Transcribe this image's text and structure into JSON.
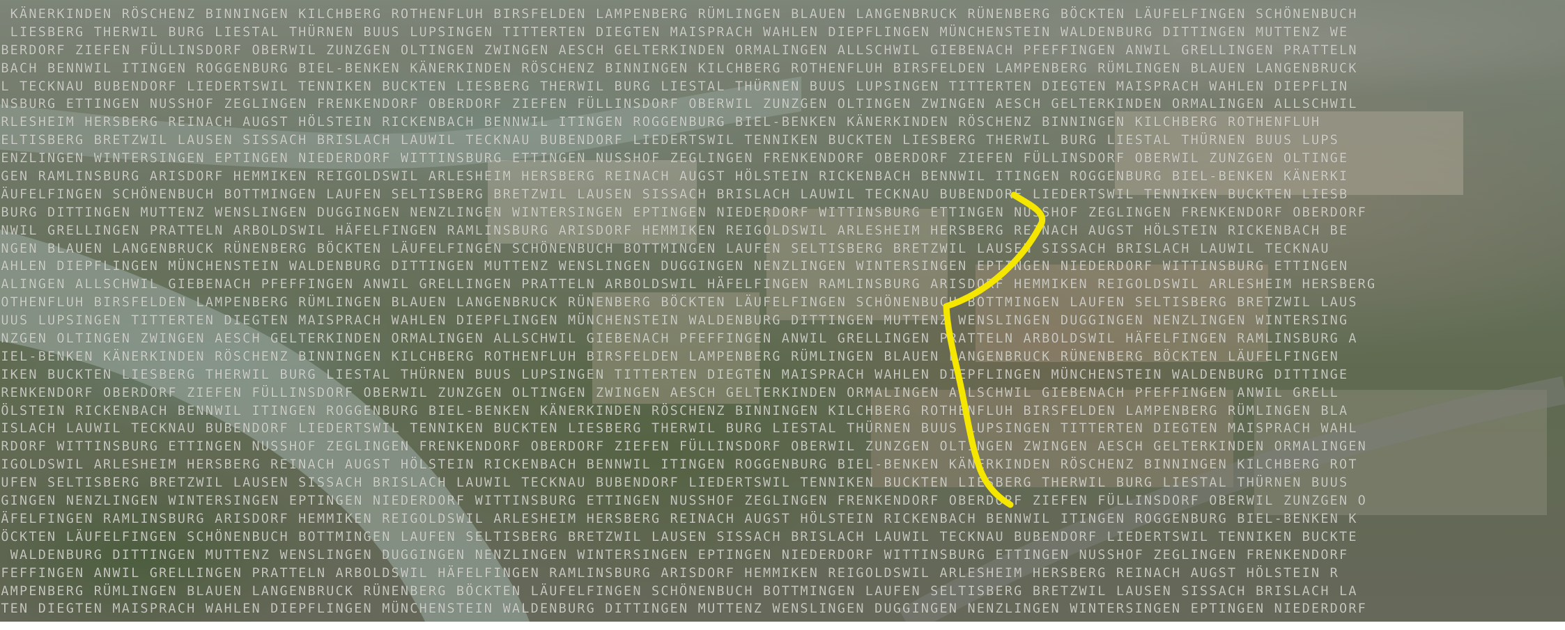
{
  "overlay_words": [
    "N KÄNERKINDEN RÖSCHENZ BINNINGEN KILCHBERG ROTHENFLUH BIRSFELDEN LAMPENBERG RÜMLINGEN BLAUEN LANGENBRUCK RÜNENBERG BÖCKTEN LÄUFELFINGEN SCHÖNENBUCH",
    "N LIESBERG THERWIL BURG LIESTAL THÜRNEN BUUS LUPSINGEN TITTERTEN DIEGTEN MAISPRACH WAHLEN DIEPFLINGEN MÜNCHENSTEIN WALDENBURG DITTINGEN MUTTENZ WE",
    " OBERDORF ZIEFEN FÜLLINSDORF OBERWIL ZUNZGEN OLTINGEN ZWINGEN AESCH GELTERKINDEN ORMALINGEN ALLSCHWIL GIEBENACH PFEFFINGEN ANWIL GRELLINGEN PRATTELN",
    "NBACH BENNWIL ITINGEN ROGGENBURG BIEL-BENKEN KÄNERKINDEN RÖSCHENZ BINNINGEN KILCHBERG ROTHENFLUH BIRSFELDEN LAMPENBERG RÜMLINGEN BLAUEN LANGENBRUCK",
    "IL TECKNAU BUBENDORF LIEDERTSWIL TENNIKEN BUCKTEN LIESBERG THERWIL BURG LIESTAL THÜRNEN BUUS LUPSINGEN TITTERTEN DIEGTEN MAISPRACH WAHLEN DIEPFLIN",
    "INSBURG ETTINGEN NUSSHOF ZEGLINGEN FRENKENDORF OBERDORF ZIEFEN FÜLLINSDORF OBERWIL ZUNZGEN OLTINGEN ZWINGEN AESCH GELTERKINDEN ORMALINGEN ALLSCHWIL",
    " ARLESHEIM HERSBERG REINACH AUGST HÖLSTEIN RICKENBACH BENNWIL ITINGEN ROGGENBURG BIEL-BENKEN KÄNERKINDEN RÖSCHENZ BINNINGEN KILCHBERG ROTHENFLUH",
    " SELTISBERG BRETZWIL LAUSEN SISSACH BRISLACH LAUWIL TECKNAU BUBENDORF LIEDERTSWIL TENNIKEN BUCKTEN LIESBERG THERWIL BURG LIESTAL THÜRNEN BUUS LUPS",
    " NENZLINGEN WINTERSINGEN EPTINGEN NIEDERDORF WITTINSBURG ETTINGEN NUSSHOF ZEGLINGEN FRENKENDORF OBERDORF ZIEFEN FÜLLINSDORF OBERWIL ZUNZGEN OLTINGE",
    "NGEN RAMLINSBURG ARISDORF HEMMIKEN REIGOLDSWIL ARLESHEIM HERSBERG REINACH AUGST HÖLSTEIN RICKENBACH BENNWIL ITINGEN ROGGENBURG BIEL-BENKEN KÄNERKI",
    " LÄUFELFINGEN SCHÖNENBUCH BOTTMINGEN LAUFEN SELTISBERG BRETZWIL LAUSEN SISSACH BRISLACH LAUWIL TECKNAU BUBENDORF LIEDERTSWIL TENNIKEN BUCKTEN LIESB",
    "NBURG DITTINGEN MUTTENZ WENSLINGEN DUGGINGEN NENZLINGEN WINTERSINGEN EPTINGEN NIEDERDORF WITTINSBURG ETTINGEN NUSSHOF ZEGLINGEN FRENKENDORF OBERDORF",
    " ANWIL GRELLINGEN PRATTELN ARBOLDSWIL HÄFELFINGEN RAMLINSBURG ARISDORF HEMMIKEN REIGOLDSWIL ARLESHEIM HERSBERG REINACH AUGST HÖLSTEIN RICKENBACH BE",
    "INGEN BLAUEN LANGENBRUCK RÜNENBERG BÖCKTEN LÄUFELFINGEN SCHÖNENBUCH BOTTMINGEN LAUFEN SELTISBERG BRETZWIL LAUSEN SISSACH BRISLACH LAUWIL TECKNAU",
    " WAHLEN DIEPFLINGEN MÜNCHENSTEIN WALDENBURG DITTINGEN MUTTENZ WENSLINGEN DUGGINGEN NENZLINGEN WINTERSINGEN EPTINGEN NIEDERDORF WITTINSBURG ETTINGEN",
    "MALINGEN ALLSCHWIL GIEBENACH PFEFFINGEN ANWIL GRELLINGEN PRATTELN ARBOLDSWIL HÄFELFINGEN RAMLINSBURG ARISDORF HEMMIKEN REIGOLDSWIL ARLESHEIM HERSBERG",
    "ROTHENFLUH BIRSFELDEN LAMPENBERG RÜMLINGEN BLAUEN LANGENBRUCK RÜNENBERG BÖCKTEN LÄUFELFINGEN SCHÖNENBUCH BOTTMINGEN LAUFEN SELTISBERG BRETZWIL LAUS",
    " BUUS LUPSINGEN TITTERTEN DIEGTEN MAISPRACH WAHLEN DIEPFLINGEN MÜNCHENSTEIN WALDENBURG DITTINGEN MUTTENZ WENSLINGEN DUGGINGEN NENZLINGEN WINTERSING",
    "UNZGEN OLTINGEN ZWINGEN AESCH GELTERKINDEN ORMALINGEN ALLSCHWIL GIEBENACH PFEFFINGEN ANWIL GRELLINGEN PRATTELN ARBOLDSWIL HÄFELFINGEN RAMLINSBURG A",
    "BIEL-BENKEN KÄNERKINDEN RÖSCHENZ BINNINGEN KILCHBERG ROTHENFLUH BIRSFELDEN LAMPENBERG RÜMLINGEN BLAUEN LANGENBRUCK RÜNENBERG BÖCKTEN LÄUFELFINGEN",
    "NIKEN BUCKTEN LIESBERG THERWIL BURG LIESTAL THÜRNEN BUUS LUPSINGEN TITTERTEN DIEGTEN MAISPRACH WAHLEN DIEPFLINGEN MÜNCHENSTEIN WALDENBURG DITTINGE",
    " FRENKENDORF OBERDORF ZIEFEN FÜLLINSDORF OBERWIL ZUNZGEN OLTINGEN ZWINGEN AESCH GELTERKINDEN ORMALINGEN ALLSCHWIL GIEBENACH PFEFFINGEN ANWIL GRELL",
    " HÖLSTEIN RICKENBACH BENNWIL ITINGEN ROGGENBURG BIEL-BENKEN KÄNERKINDEN RÖSCHENZ BINNINGEN KILCHBERG ROTHENFLUH BIRSFELDEN LAMPENBERG RÜMLINGEN BLA",
    "RISLACH LAUWIL TECKNAU BUBENDORF LIEDERTSWIL TENNIKEN BUCKTEN LIESBERG THERWIL BURG LIESTAL THÜRNEN BUUS LUPSINGEN TITTERTEN DIEGTEN MAISPRACH WAHL",
    "ERDORF WITTINSBURG ETTINGEN NUSSHOF ZEGLINGEN FRENKENDORF OBERDORF ZIEFEN FÜLLINSDORF OBERWIL ZUNZGEN OLTINGEN ZWINGEN AESCH GELTERKINDEN ORMALINGEN",
    "EIGOLDSWIL ARLESHEIM HERSBERG REINACH AUGST HÖLSTEIN RICKENBACH BENNWIL ITINGEN ROGGENBURG BIEL-BENKEN KÄNERKINDEN RÖSCHENZ BINNINGEN KILCHBERG ROT",
    "AUFEN SELTISBERG BRETZWIL LAUSEN SISSACH BRISLACH LAUWIL TECKNAU BUBENDORF LIEDERTSWIL TENNIKEN BUCKTEN LIESBERG THERWIL BURG LIESTAL THÜRNEN BUUS",
    "GGINGEN NENZLINGEN WINTERSINGEN EPTINGEN NIEDERDORF WITTINSBURG ETTINGEN NUSSHOF ZEGLINGEN FRENKENDORF OBERDORF ZIEFEN FÜLLINSDORF OBERWIL ZUNZGEN O",
    " HÄFELFINGEN RAMLINSBURG ARISDORF HEMMIKEN REIGOLDSWIL ARLESHEIM HERSBERG REINACH AUGST HÖLSTEIN RICKENBACH BENNWIL ITINGEN ROGGENBURG BIEL-BENKEN K",
    "BÖCKTEN LÄUFELFINGEN SCHÖNENBUCH BOTTMINGEN LAUFEN SELTISBERG BRETZWIL LAUSEN SISSACH BRISLACH LAUWIL TECKNAU BUBENDORF LIEDERTSWIL TENNIKEN BUCKTE",
    "N WALDENBURG DITTINGEN MUTTENZ WENSLINGEN DUGGINGEN NENZLINGEN WINTERSINGEN EPTINGEN NIEDERDORF WITTINSBURG ETTINGEN NUSSHOF ZEGLINGEN FRENKENDORF",
    "  PFEFFINGEN ANWIL GRELLINGEN PRATTELN ARBOLDSWIL HÄFELFINGEN RAMLINSBURG ARISDORF HEMMIKEN REIGOLDSWIL ARLESHEIM HERSBERG REINACH AUGST HÖLSTEIN R",
    "LAMPENBERG RÜMLINGEN BLAUEN LANGENBRUCK RÜNENBERG BÖCKTEN LÄUFELFINGEN SCHÖNENBUCH BOTTMINGEN LAUFEN SELTISBERG BRETZWIL LAUSEN SISSACH BRISLACH LA",
    "RTEN DIEGTEN MAISPRACH WAHLEN DIEPFLINGEN MÜNCHENSTEIN WALDENBURG DITTINGEN MUTTENZ WENSLINGEN DUGGINGEN NENZLINGEN WINTERSINGEN EPTINGEN NIEDERDORF"
  ],
  "colors": {
    "route": "#f5e600",
    "river": "#8a9a8e",
    "overlay_text": "rgba(235,235,228,0.78)"
  }
}
